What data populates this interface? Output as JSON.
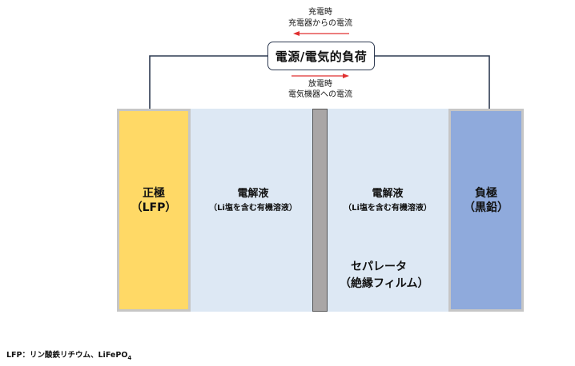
{
  "load": {
    "label": "電源/電気的負荷"
  },
  "charge": {
    "line1": "充電時",
    "line2": "充電器からの電流",
    "arrow_color": "#e03030"
  },
  "discharge": {
    "line1": "放電時",
    "line2": "電気機器への電流",
    "arrow_color": "#e03030"
  },
  "positive_electrode": {
    "line1": "正極",
    "line2": "（LFP）",
    "color": "#ffd966"
  },
  "negative_electrode": {
    "line1": "負極",
    "line2": "（黒鉛）",
    "color": "#8faadc"
  },
  "electrolyte_left": {
    "line1": "電解液",
    "line2": "（Li塩を含む有機溶液）"
  },
  "electrolyte_right": {
    "line1": "電解液",
    "line2": "（Li塩を含む有機溶液）"
  },
  "separator": {
    "line1": "セパレータ",
    "line2": "（絶縁フィルム）",
    "color": "#a9a6a6"
  },
  "footnote": {
    "text": "LFP：リン酸鉄リチウム、LiFePO",
    "subscript": "4"
  },
  "colors": {
    "electrolyte": "#dde8f4",
    "wire": "#2f3b52"
  }
}
